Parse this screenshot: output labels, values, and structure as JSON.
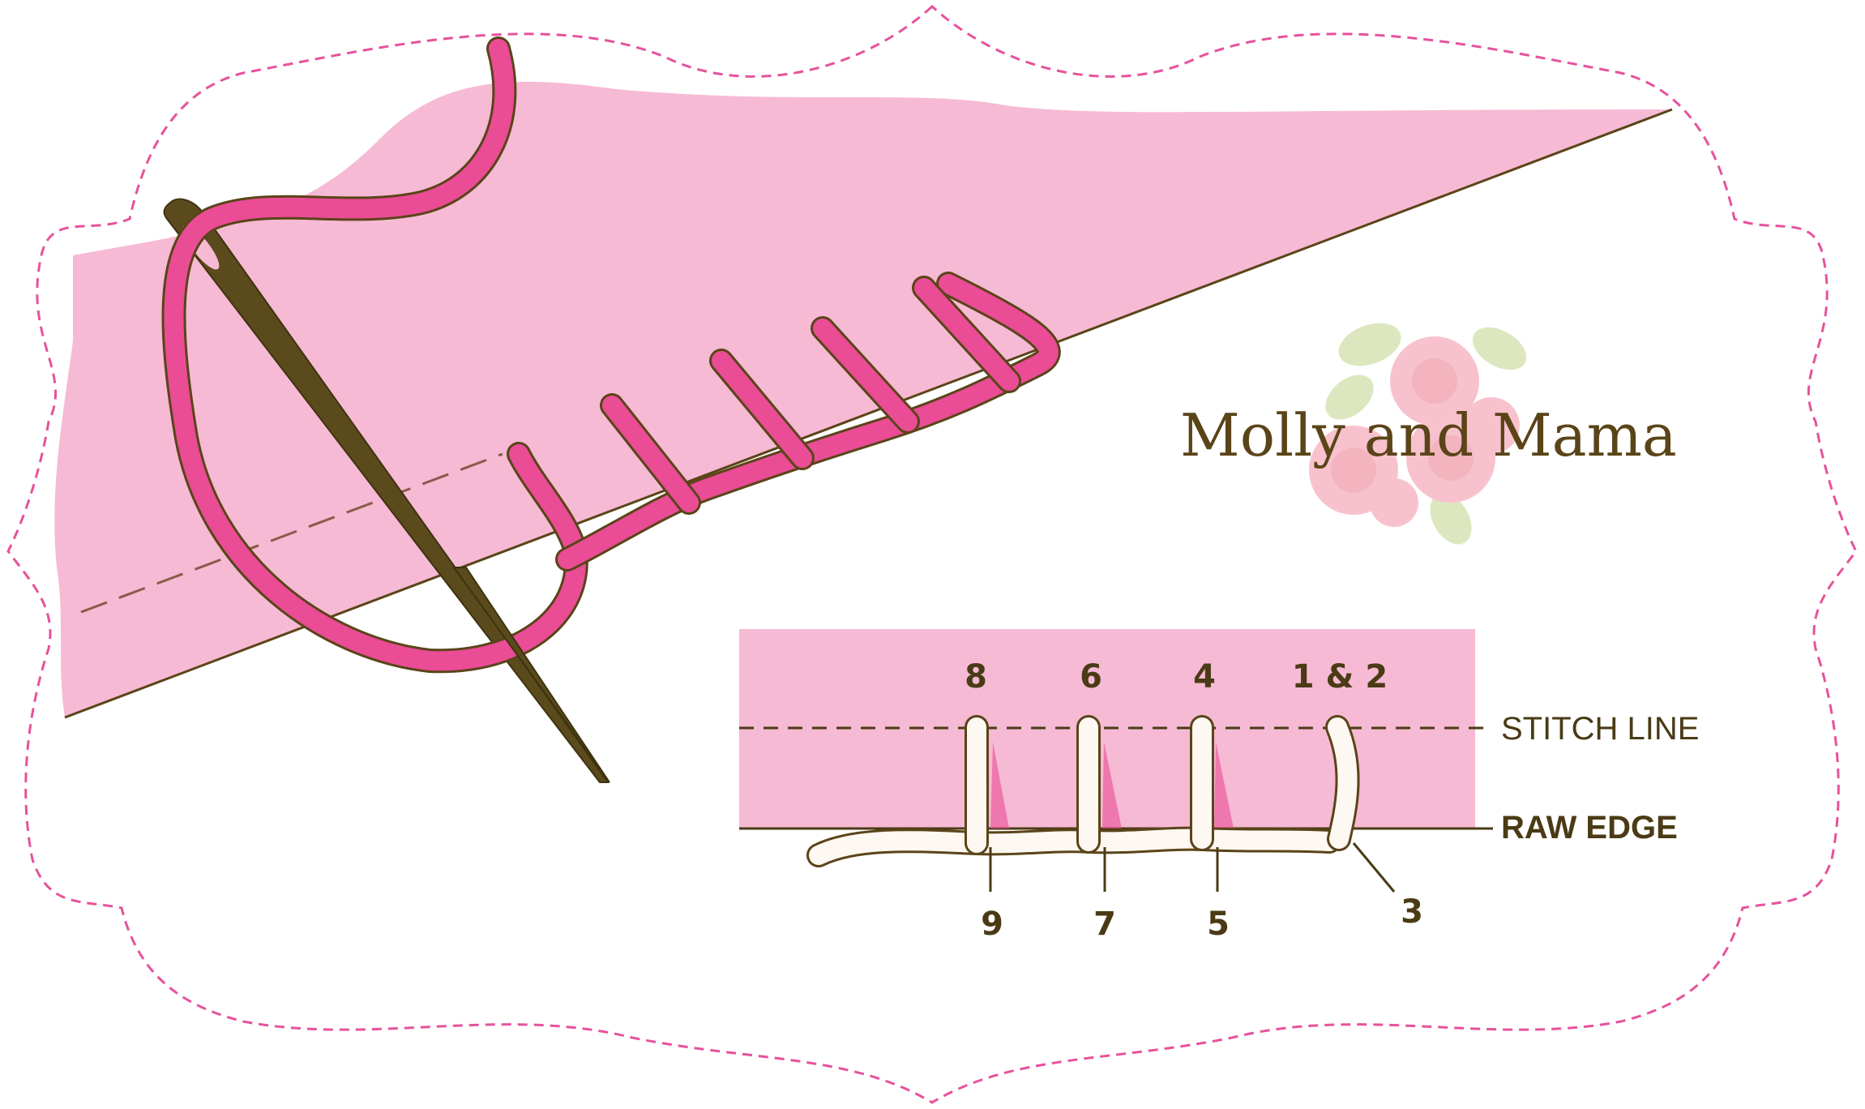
{
  "brand": {
    "name": "Molly and Mama"
  },
  "diagram": {
    "step_labels_top": [
      "8",
      "6",
      "4",
      "1 & 2"
    ],
    "step_labels_bottom": [
      "9",
      "7",
      "5",
      "3"
    ],
    "stitch_line_label": "STITCH LINE",
    "raw_edge_label": "RAW EDGE"
  },
  "colors": {
    "fabric_pink": "#f6bad4",
    "thread_pink": "#ea4c95",
    "outline_brown": "#5a4418",
    "needle_brown": "#5b4a1b",
    "border_dash_pink": "#e6529c",
    "thread_cream": "#fdf8f1",
    "rose_pink": "#f2a7b4",
    "leaf_green": "#d8e3b5"
  },
  "icons": [
    "needle-icon",
    "rose-cluster-icon"
  ]
}
